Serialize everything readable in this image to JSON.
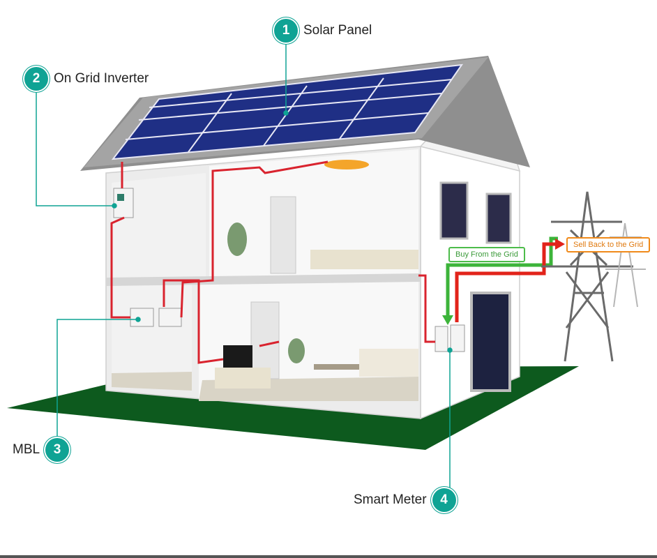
{
  "callouts": [
    {
      "num": "1",
      "label": "Solar Panel"
    },
    {
      "num": "2",
      "label": "On Grid Inverter"
    },
    {
      "num": "3",
      "label": "MBL"
    },
    {
      "num": "4",
      "label": "Smart Meter"
    }
  ],
  "grid": {
    "buy_label": "Buy From the Grid",
    "sell_label": "Sell Back to the Grid"
  },
  "colors": {
    "accent": "#0fa394",
    "wire": "#d9232e",
    "buy_arrow": "#3cb43a",
    "sell_arrow": "#e2231a",
    "lawn": "#0d5a1e",
    "panel": "#1f2f85"
  }
}
